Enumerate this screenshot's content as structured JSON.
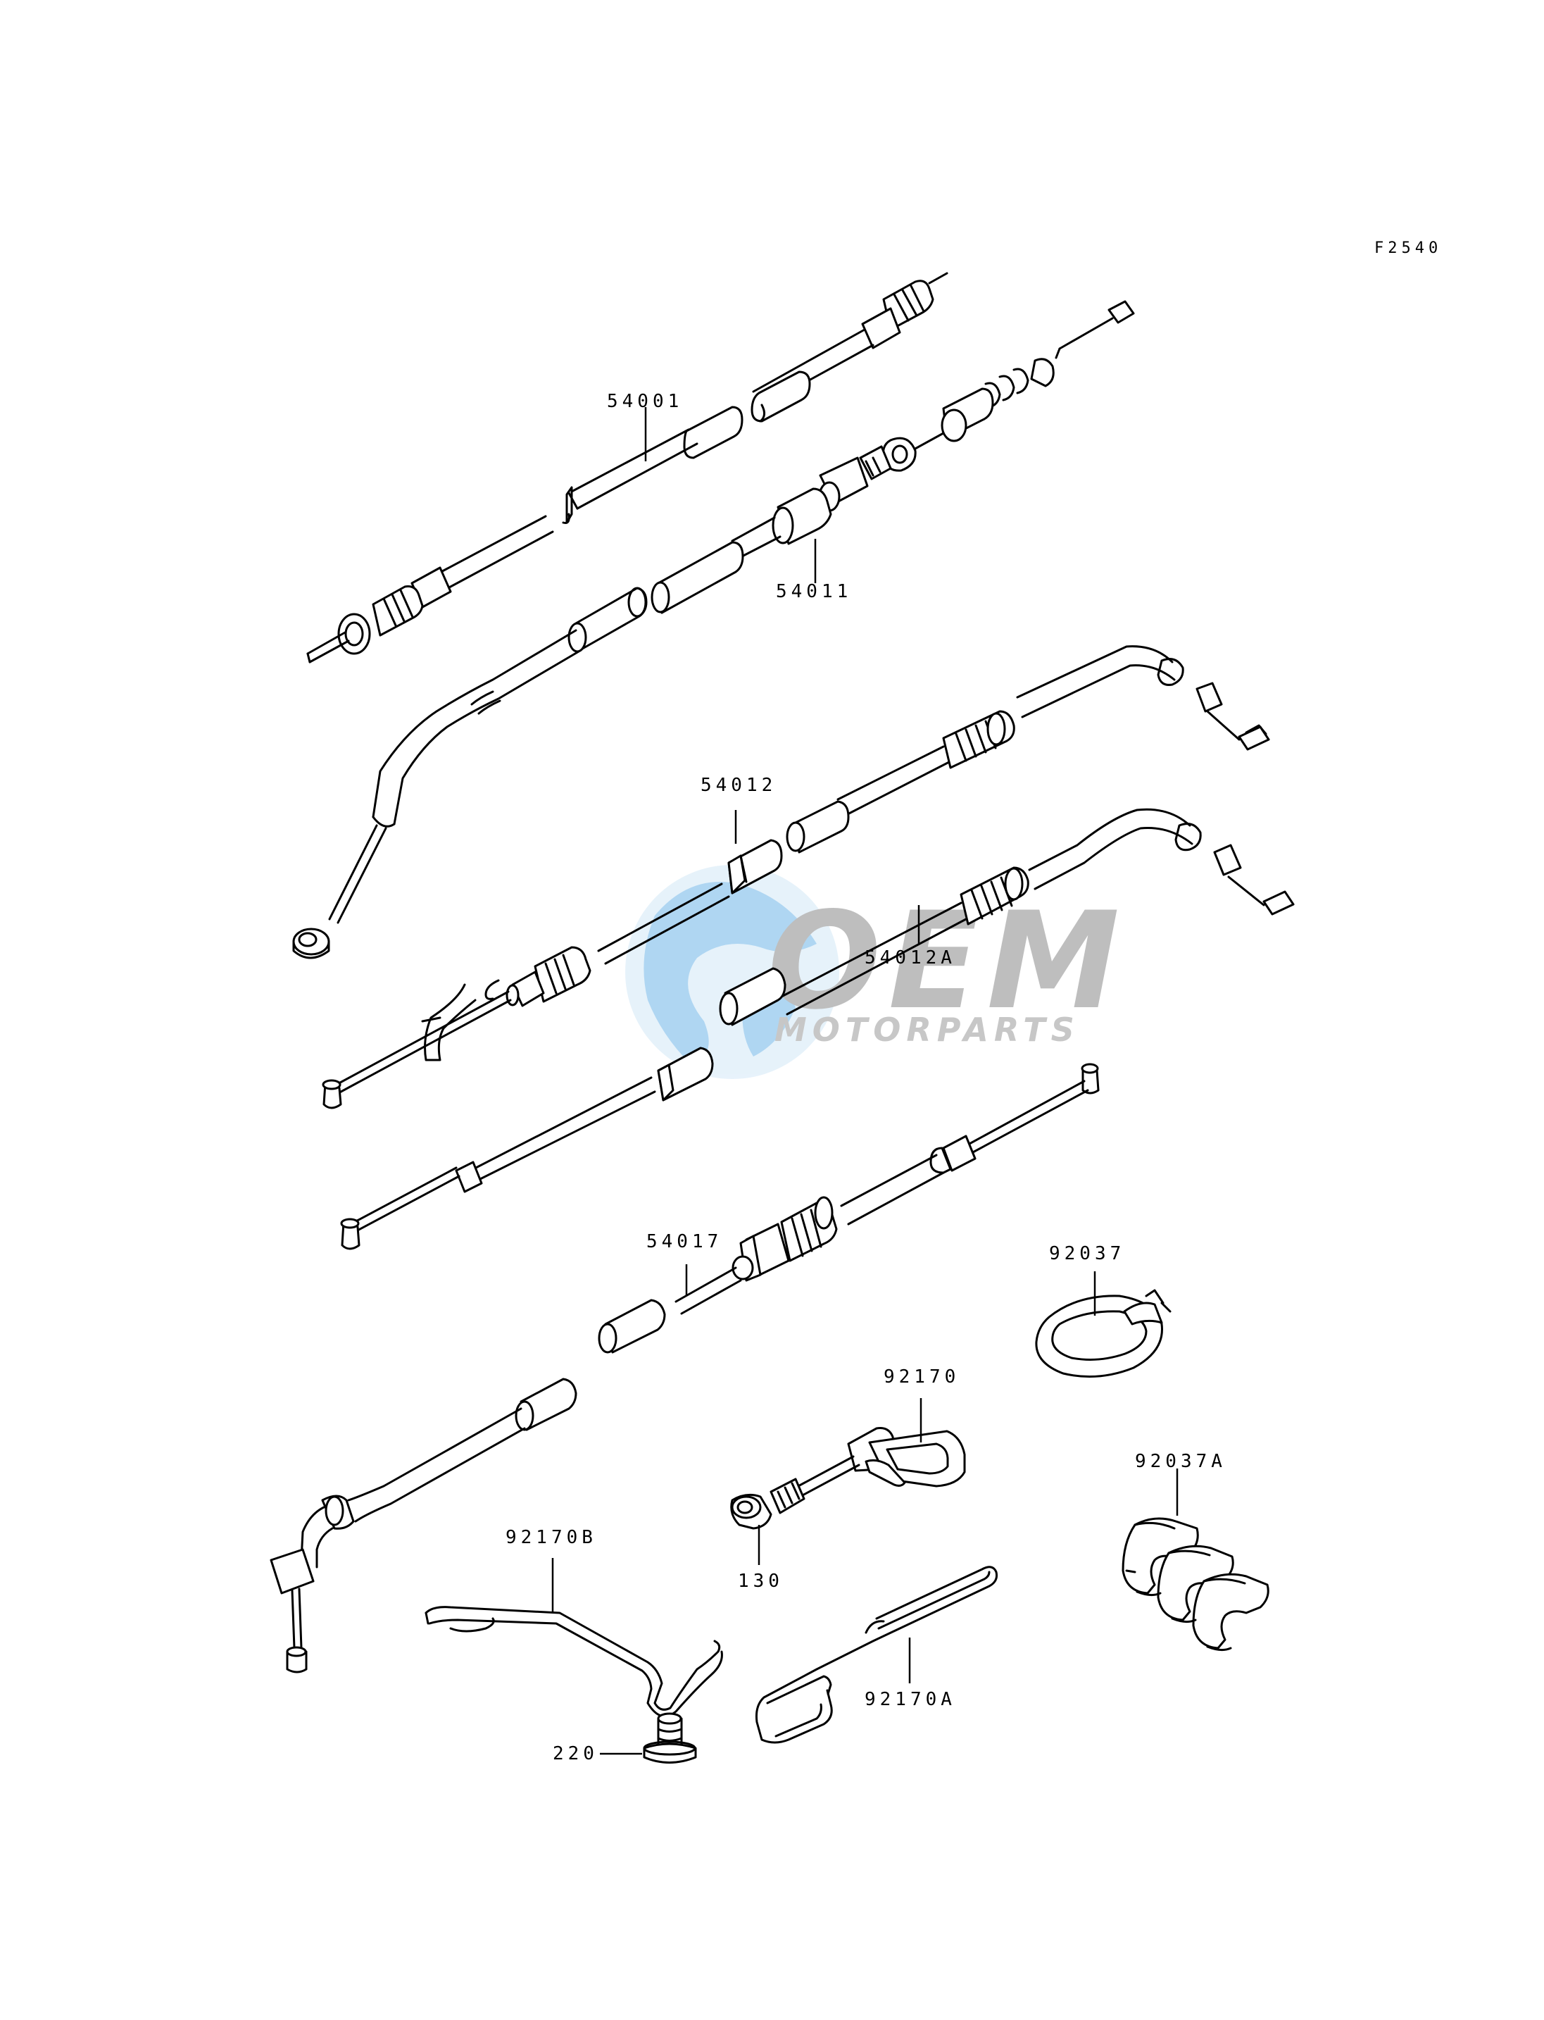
{
  "figure_code": "F2540",
  "watermark": {
    "brand": "OEM",
    "tagline": "MOTORPARTS",
    "globe_color": "#6fb6e8",
    "text_color": "#8a8a8a"
  },
  "callouts": [
    {
      "id": "54001",
      "label": "54001"
    },
    {
      "id": "54011",
      "label": "54011"
    },
    {
      "id": "54012",
      "label": "54012"
    },
    {
      "id": "54012A",
      "label": "54012A"
    },
    {
      "id": "54017",
      "label": "54017"
    },
    {
      "id": "92037",
      "label": "92037"
    },
    {
      "id": "92170",
      "label": "92170"
    },
    {
      "id": "92037A",
      "label": "92037A"
    },
    {
      "id": "92170B",
      "label": "92170B"
    },
    {
      "id": "130",
      "label": "130"
    },
    {
      "id": "92170A",
      "label": "92170A"
    },
    {
      "id": "220",
      "label": "220"
    }
  ]
}
